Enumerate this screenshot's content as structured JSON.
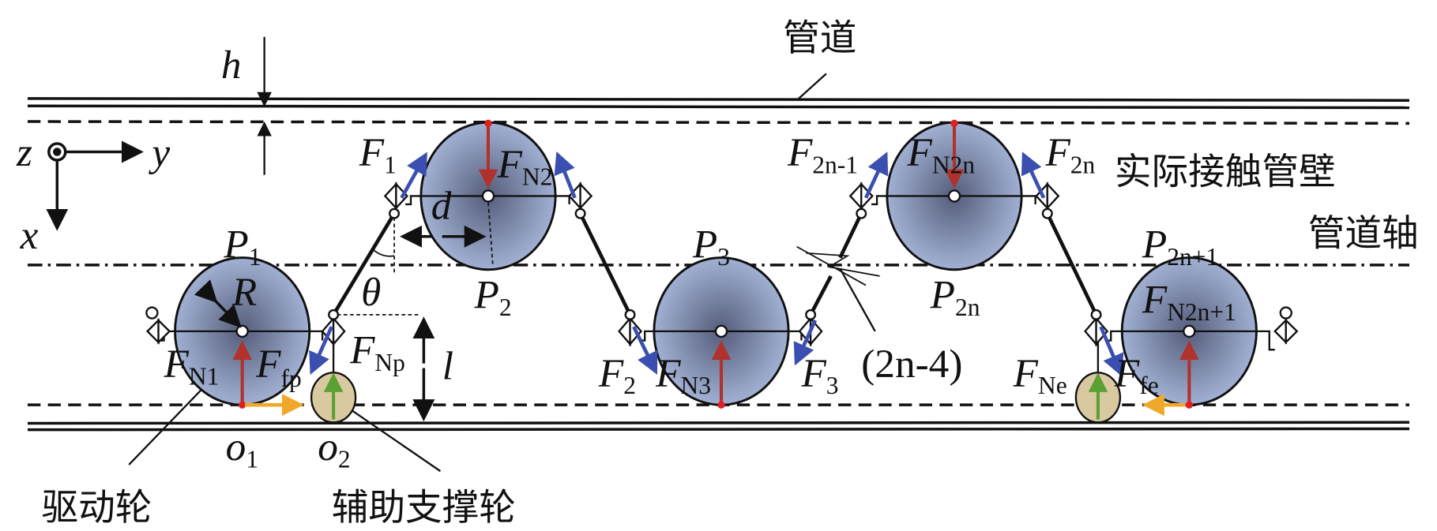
{
  "labels": {
    "pipe": "管道",
    "contact_wall": "实际接触管壁",
    "pipe_axis": "管道轴",
    "drive_wheel": "驱动轮",
    "aux_wheel": "辅助支撑轮",
    "h": "h",
    "z": "z",
    "y": "y",
    "x": "x",
    "R": "R",
    "theta": "θ",
    "d": "d",
    "l": "l",
    "P1": {
      "m": "P",
      "s": "1"
    },
    "P2": {
      "m": "P",
      "s": "2"
    },
    "P3": {
      "m": "P",
      "s": "3"
    },
    "P2n": {
      "m": "P",
      "s": "2n"
    },
    "P2n1": {
      "m": "P",
      "s": "2n+1"
    },
    "F1": {
      "m": "F",
      "s": "1"
    },
    "FN2": {
      "m": "F",
      "s": "N2"
    },
    "F2n_1": {
      "m": "F",
      "s": "2n-1"
    },
    "FN2n": {
      "m": "F",
      "s": "N2n"
    },
    "F2n": {
      "m": "F",
      "s": "2n"
    },
    "FN1": {
      "m": "F",
      "s": "N1"
    },
    "Ffp": {
      "m": "F",
      "s": "fp"
    },
    "FNp": {
      "m": "F",
      "s": "Np"
    },
    "F2": {
      "m": "F",
      "s": "2"
    },
    "FN3": {
      "m": "F",
      "s": "N3"
    },
    "F3": {
      "m": "F",
      "s": "3"
    },
    "count": "(2n-4)",
    "FNe": {
      "m": "F",
      "s": "Ne"
    },
    "Ffe": {
      "m": "F",
      "s": "fe"
    },
    "FN2n1": {
      "m": "F",
      "s": "N2n+1"
    },
    "o1": {
      "m": "o",
      "s": "1"
    },
    "o2": {
      "m": "o",
      "s": "2"
    }
  },
  "colors": {
    "normal_force": "#b0322c",
    "link_force": "#3b4fb0",
    "friction": "#f0a82a",
    "support_force": "#5aa032",
    "wheel_edge": "#a9b9dc",
    "wheel_center": "#555d7a",
    "aux_wheel": "#d9c9a0"
  }
}
